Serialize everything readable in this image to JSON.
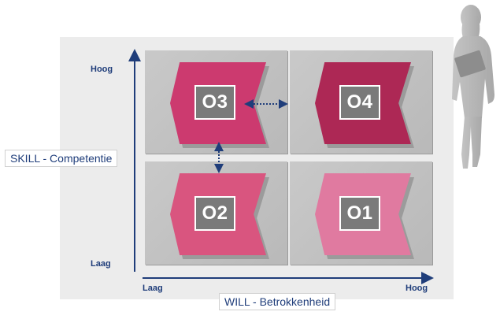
{
  "y_axis": {
    "title": "SKILL - Competentie",
    "high": "Hoog",
    "low": "Laag"
  },
  "x_axis": {
    "title": "WILL - Betrokkenheid",
    "low": "Laag",
    "high": "Hoog"
  },
  "quadrants": [
    {
      "label": "O3",
      "color": "#cc3a6f"
    },
    {
      "label": "O4",
      "color": "#ad2855"
    },
    {
      "label": "O2",
      "color": "#d9557f"
    },
    {
      "label": "O1",
      "color": "#e07aa0"
    }
  ],
  "colors": {
    "axis": "#1f3d7a",
    "arrow": "#1f3d7a"
  }
}
